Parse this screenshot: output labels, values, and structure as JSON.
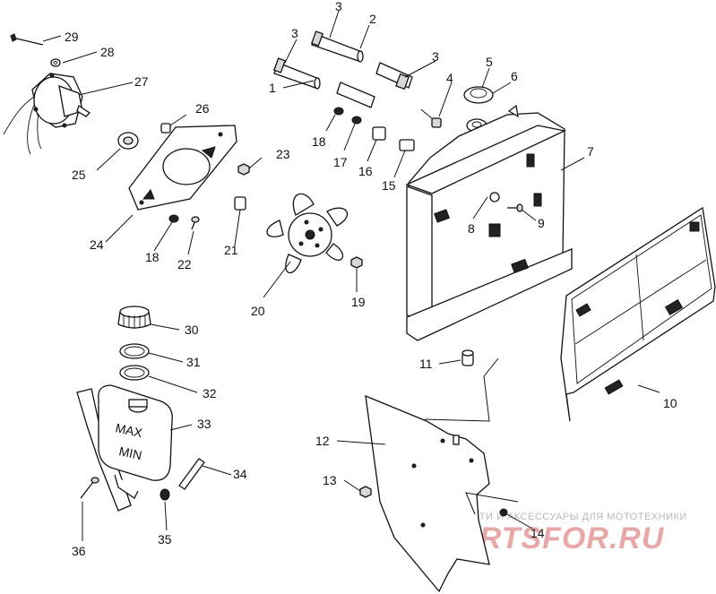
{
  "callouts": [
    "1",
    "2",
    "3",
    "4",
    "5",
    "6",
    "7",
    "8",
    "9",
    "10",
    "11",
    "12",
    "13",
    "14",
    "15",
    "16",
    "17",
    "18",
    "19",
    "20",
    "21",
    "22",
    "23",
    "24",
    "25",
    "26",
    "27",
    "28",
    "29",
    "30",
    "31",
    "32",
    "33",
    "34",
    "35",
    "36"
  ],
  "bottle_labels": {
    "max": "MAX",
    "min": "MIN"
  },
  "watermark": {
    "tagline": "ЗАПЧАСТИ И АКСЕССУАРЫ ДЛЯ МОТОТЕХНИКИ",
    "logo": "PARTSFOR.RU"
  }
}
